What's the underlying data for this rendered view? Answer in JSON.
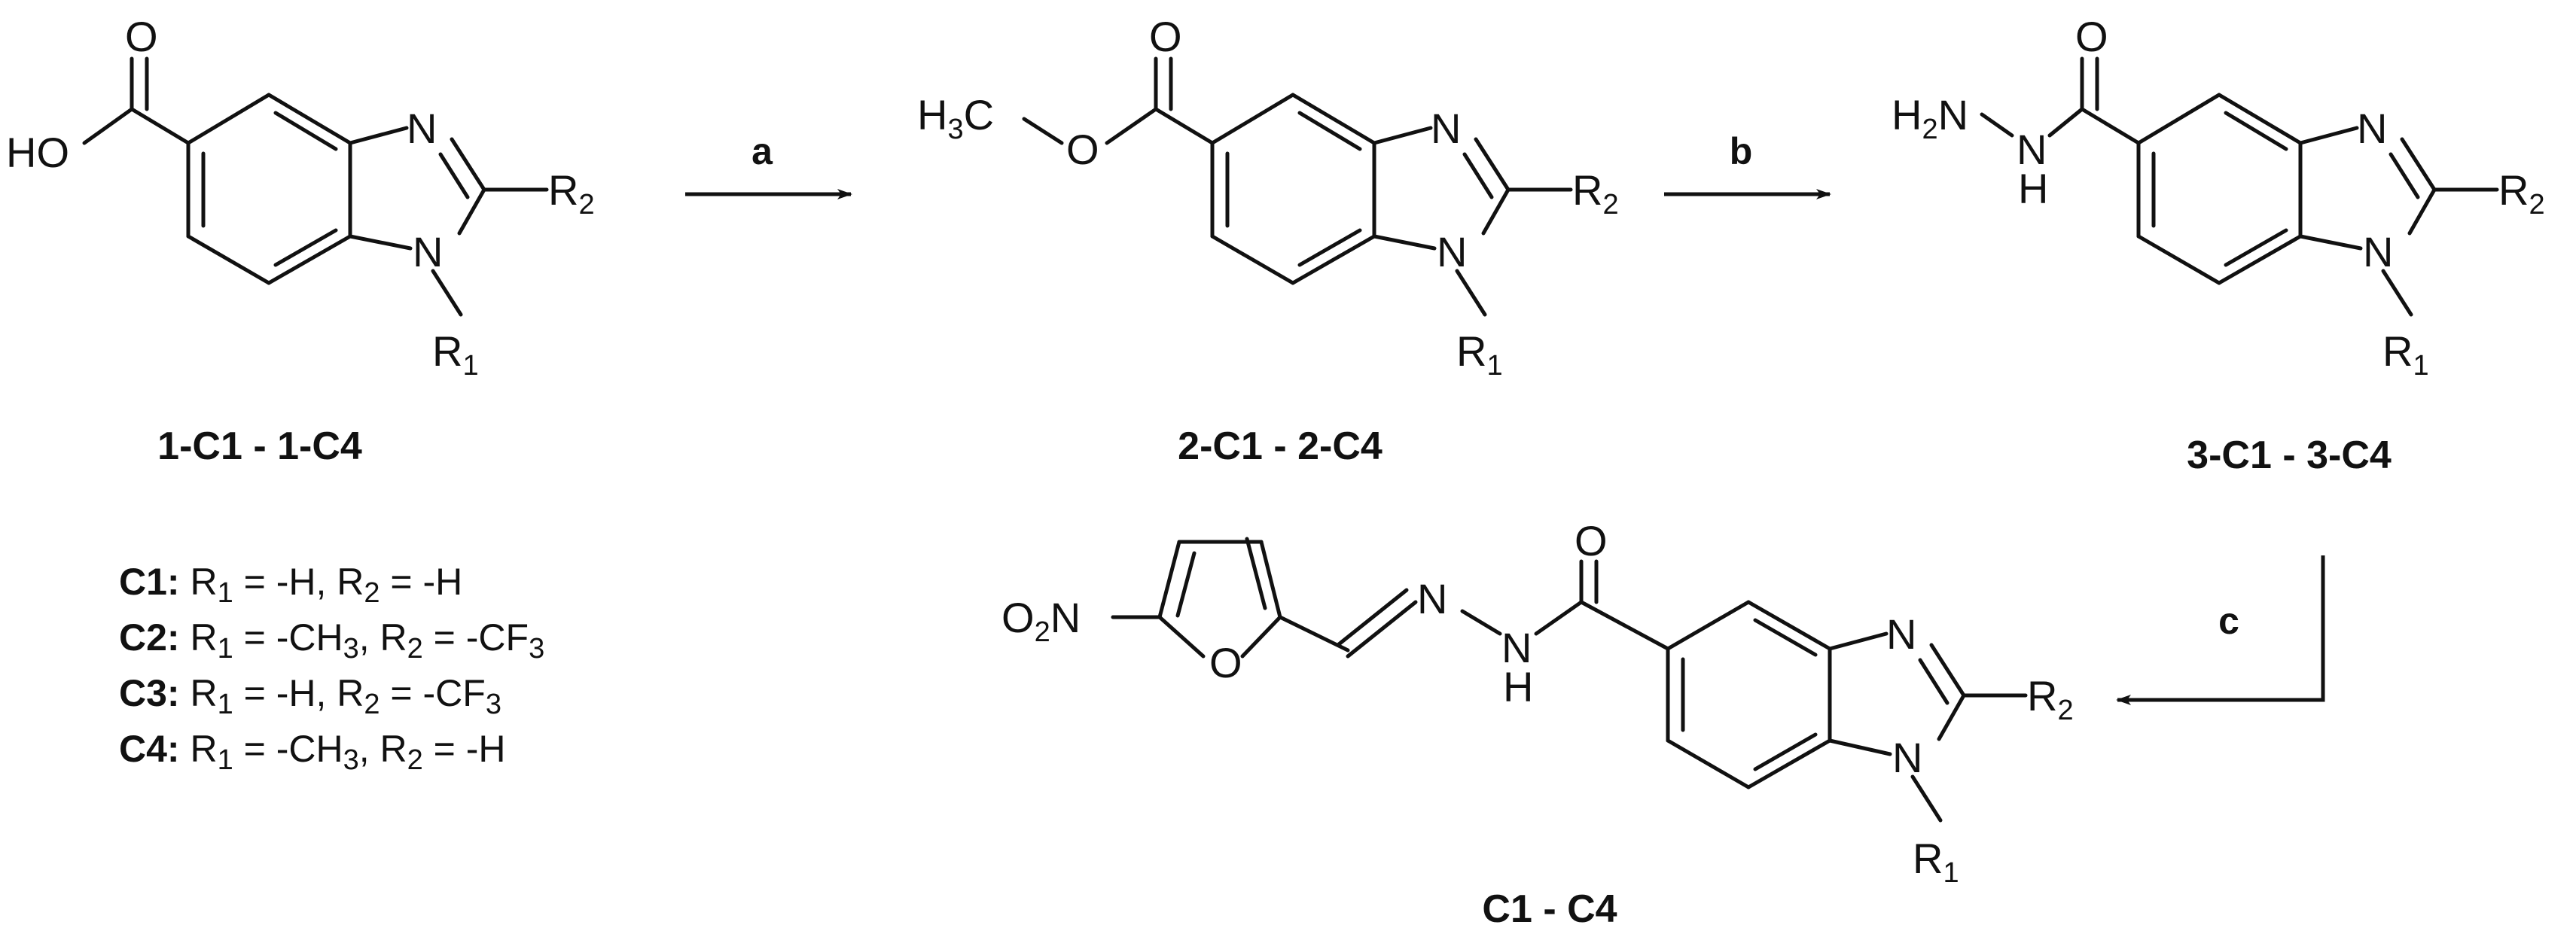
{
  "atoms": {
    "O": "O",
    "HO": "HO",
    "N": "N",
    "H": "H",
    "H2": "H",
    "CH3_H": "H",
    "CH3_C": "C",
    "three": "3",
    "two": "2",
    "R": "R",
    "one": "1",
    "O2": "O"
  },
  "steps": {
    "a": "a",
    "b": "b",
    "c": "c"
  },
  "compounds": {
    "first": "1-C1 - 1-C4",
    "second": "2-C1 - 2-C4",
    "third": "3-C1 - 3-C4",
    "final": "C1 - C4"
  },
  "definitions": [
    {
      "label": "C1:",
      "r1": "-H",
      "r2": "-H"
    },
    {
      "label": "C2:",
      "r1": "-CH",
      "r1_sub": "3",
      "r2": "-CF",
      "r2_sub": "3"
    },
    {
      "label": "C3:",
      "r1": "-H",
      "r2": "-CF",
      "r2_sub": "3"
    },
    {
      "label": "C4:",
      "r1": "-CH",
      "r1_sub": "3",
      "r2": "-H"
    }
  ],
  "def_tokens": {
    "R": "R",
    "one": "1",
    "two": "2",
    "eq": " = ",
    "comma": ", "
  }
}
